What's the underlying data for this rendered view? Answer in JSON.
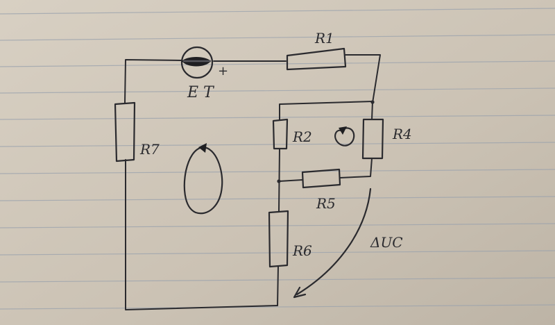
{
  "labels": {
    "source": "E T",
    "source_polarity": "+",
    "r1": "R1",
    "r2": "R2",
    "r4": "R4",
    "r5": "R5",
    "r6": "R6",
    "r7": "R7",
    "voltage": "ΔUC"
  },
  "colors": {
    "paper": "#cfc6b8",
    "rule_line": "#9aa2ad",
    "ink": "#2a2a2e"
  }
}
